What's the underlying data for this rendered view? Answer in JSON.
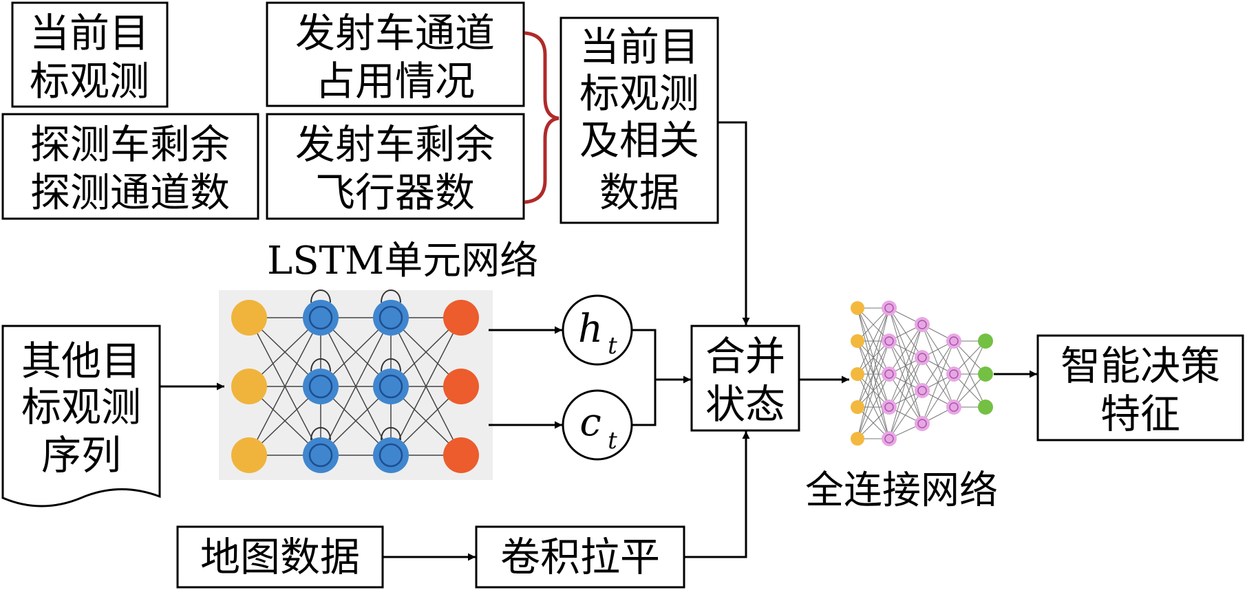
{
  "boxes": {
    "current_obs": [
      "当前目",
      "标观测"
    ],
    "channel_occupancy": [
      "发射车通道",
      "占用情况"
    ],
    "probe_remaining": [
      "探测车剩余",
      "探测通道数"
    ],
    "launcher_remaining": [
      "发射车剩余",
      "飞行器数"
    ],
    "current_obs_related": [
      "当前目",
      "标观测",
      "及相关",
      "数据"
    ],
    "other_obs_sequence": [
      "其他目",
      "标观测",
      "序列"
    ],
    "merge_state": [
      "合并",
      "状态"
    ],
    "map_data": [
      "地图数据"
    ],
    "conv_flatten": [
      "卷积拉平"
    ],
    "decision_features": [
      "智能决策",
      "特征"
    ]
  },
  "labels": {
    "lstm_network": "LSTM单元网络",
    "fc_network": "全连接网络"
  },
  "states": {
    "h": {
      "base": "h",
      "sub": "t"
    },
    "c": {
      "base": "c",
      "sub": "t"
    }
  },
  "colors": {
    "lstm_input": "#f0b43c",
    "lstm_hidden": "#3f86cf",
    "lstm_hidden_ring": "#1d4f8f",
    "lstm_output": "#ec5c2c",
    "fc_input": "#f3b83e",
    "fc_hidden": "#e9a6e4",
    "fc_hidden_ring": "#a35aa8",
    "fc_output": "#74c043",
    "brace": "#b02a2a"
  }
}
